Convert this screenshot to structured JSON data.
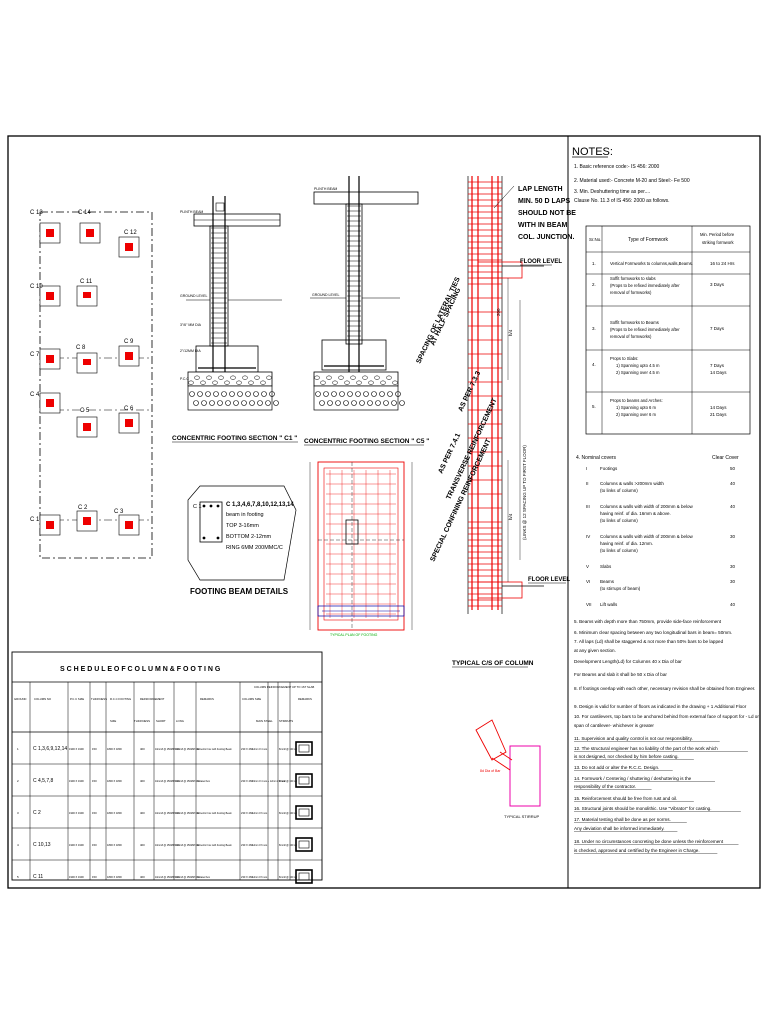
{
  "plan": {
    "columns": [
      "C 13",
      "C 14",
      "C 12",
      "C 11",
      "C 10",
      "C 7",
      "C 8",
      "C 9",
      "C 4",
      "C 5",
      "C 6",
      "C 1",
      "C 2",
      "C 3"
    ]
  },
  "section_c1": {
    "title": "CONCENTRIC FOOTING SECTION  \" C1 \"",
    "labels": [
      "PLINTH BEAM",
      "GROUND LEVEL",
      "3\"/6\" MM DIA",
      "2\"/12MM DIA",
      "P.C.C"
    ]
  },
  "section_c5": {
    "title": "CONCENTRIC FOOTING SECTION  \" C5 \"",
    "labels": [
      "PLINTH BEAM",
      "GROUND LEVEL"
    ]
  },
  "footing_beam": {
    "column": "C 1",
    "lines": [
      "C 1,3,4,6,7,8,10,12,13,14",
      "beam in footing",
      "TOP       3-16mm",
      "BOTTOM   2-12mm",
      "RING 6MM 200MMC/C"
    ],
    "title": "FOOTING BEAM DETAILS"
  },
  "footing_plan": {
    "caption": "TYPICAL PLAN OF FOOTING"
  },
  "column_detail": {
    "lap_note": [
      "LAP LENGTH",
      "MIN. 50 D LAPS",
      "SHOULD NOT BE",
      "WITH IN  BEAM",
      "COL.  JUNCTION."
    ],
    "floor_level_top": "FLOOR LEVEL",
    "floor_level_bottom": "FLOOR LEVEL",
    "vertical_notes": [
      "SPECIAL CONFINING REINFORCEMENT",
      "AS PER 7.4.1",
      "SPACING OF LATERAL TIES",
      "AT HALF SPACING",
      "TRANSVERSE REINFORCEMENT",
      "AS PER 7.3.3"
    ],
    "spacing_note": "(LINKS @ 12 SPACING UP TO FIRST FLOOR)",
    "dims": [
      "h/4",
      "h/4",
      "200"
    ],
    "title": "TYPICAL C/S OF COLUMN"
  },
  "stirrup": {
    "note": "8d  Dia of Bar",
    "caption": "TYPICAL STIRRUP"
  },
  "schedule": {
    "title": "S C H E D U L E   O F   C O L U M N   &   F O O T I N G",
    "headers": [
      "GROUND",
      "COLUMN NO",
      "P.C.C SIZE",
      "THICKNESS",
      "R.C.C FOOTING",
      "REINFORCEMENT",
      "REMARKS",
      "COLUMN SIZE",
      "COLUMN REINFORCEMENT UP TO 1ST SLAB",
      "REMARKS"
    ],
    "subheaders": [
      "SIZE",
      "THICKNESS",
      "SHORT",
      "LONG",
      "MAIN STEEL",
      "STIRRUPS"
    ],
    "rows": [
      {
        "n": "1",
        "col": "C 1,3,6,9,12,14",
        "pcc": "1900 X 1900",
        "th": "150",
        "size": "1800 X 1800",
        "t2": "400",
        "short": "10mm# @ 150MM C/C",
        "long": "10mm# @ 150MM C/C",
        "rem": "Eccentric box with Footing Beam",
        "csize": "230 X 460",
        "main": "12mm # 4 nos",
        "stir": "8mm# @ 100 c/c"
      },
      {
        "n": "2",
        "col": "C 4,5,7,8",
        "pcc": "1900 X 1900",
        "th": "150",
        "size": "1800 X 1800",
        "t2": "400",
        "short": "10mm# @ 150MM C/C",
        "long": "10mm# @ 150MM C/C",
        "rem": "Isolated box",
        "csize": "230 X 460",
        "main": "16mm # 4 nos + 12mm # 2 nos",
        "stir": "8mm# @ 100 c/c"
      },
      {
        "n": "3",
        "col": "C 2",
        "pcc": "1900 X 1900",
        "th": "150",
        "size": "1800 X 1800",
        "t2": "400",
        "short": "10mm# @ 150MM C/C",
        "long": "10mm# @ 150MM C/C",
        "rem": "Eccentric box with Footing Beam",
        "csize": "230 X 460",
        "main": "12mm # 6 nos",
        "stir": "8mm# @ 100 c/c"
      },
      {
        "n": "4",
        "col": "C 10,13",
        "pcc": "1900 X 1900",
        "th": "150",
        "size": "1800 X 1800",
        "t2": "400",
        "short": "10mm# @ 150MM C/C",
        "long": "10mm# @ 150MM C/C",
        "rem": "Eccentric box with Footing Beam",
        "csize": "230 X 460",
        "main": "12mm # 6 nos",
        "stir": "8mm# @ 100 c/c"
      },
      {
        "n": "5",
        "col": "C 11",
        "pcc": "1900 X 1900",
        "th": "150",
        "size": "1800 X 1800",
        "t2": "400",
        "short": "10mm# @ 150MM C/C",
        "long": "10mm# @ 150MM C/C",
        "rem": "Isolated box",
        "csize": "230 X 460",
        "main": "12mm # 6 nos",
        "stir": "8mm# @ 100 c/c"
      }
    ]
  },
  "notes": {
    "title": "NOTES:",
    "intro": [
      "1. Basic reference code:- IS  456: 2000",
      "2. Material used:- Concrete M-20 and Steel:- Fe 500",
      "3. Min. Deshuttering time as per....",
      "    Clause No. 11.3 of IS 456: 2000 as follows."
    ],
    "formwork_headers": [
      "Sr.No.",
      "Type of Formwork",
      "Min. Period before striking formwork"
    ],
    "formwork_rows": [
      {
        "no": "1.",
        "type": [
          "Vertical Formworks to columns,walls,Beams."
        ],
        "period": [
          "16 to 24 Hrs"
        ]
      },
      {
        "no": "2.",
        "type": [
          "Soffit formworks to slabs",
          "(Props to be refixed immediately after",
          "removal of formworks)"
        ],
        "period": [
          "3 Days"
        ]
      },
      {
        "no": "3.",
        "type": [
          "Soffit formworks to Beams",
          "(Props to be refixed immediately after",
          "removal of formworks)"
        ],
        "period": [
          "7 Days"
        ]
      },
      {
        "no": "4.",
        "type": [
          "Props to Slabs:",
          "1) Spanning upto 4.5 m",
          "2) Spanning over 4.5 m"
        ],
        "period": [
          "",
          "7 Days",
          "14 Days"
        ]
      },
      {
        "no": "5.",
        "type": [
          "Props to beams and Arches:",
          "1) Spanning upto 6 m",
          "2) Spanning over 6 m"
        ],
        "period": [
          "",
          "14 Days",
          "21 Days"
        ]
      }
    ],
    "cover_title": "4. Nominal covers",
    "cover_head": "Clear Cover",
    "covers": [
      {
        "n": "I",
        "t": [
          "Footings"
        ],
        "v": "50"
      },
      {
        "n": "II",
        "t": [
          "Columns & walls >200mm width",
          "(to links of column)"
        ],
        "v": "40"
      },
      {
        "n": "III",
        "t": [
          "Columns & walls with width of 200mm & below",
          "having reinf. of dia. 16mm & above.",
          "(to links of column)"
        ],
        "v": "40"
      },
      {
        "n": "IV",
        "t": [
          "Columns & walls with width of 200mm & below",
          "having reinf. of dia. 12mm.",
          "(to links of column)"
        ],
        "v": "30"
      },
      {
        "n": "V",
        "t": [
          "Slabs"
        ],
        "v": "30"
      },
      {
        "n": "VI",
        "t": [
          "Beams",
          "(to stirrups of beam)"
        ],
        "v": "30"
      },
      {
        "n": "VII",
        "t": [
          "Lift walls"
        ],
        "v": "40"
      }
    ],
    "more": [
      "5. Beams with depth more than 750mm, provide side-face reinforcement",
      "6. Minimum clear spacing between any two longitudinal bars in beam= 50mm.",
      "7. All laps (Ld) shall be staggered & not more than 50% bars to be lapped",
      "    at any given section.",
      "    Development Length(Ld) for     Columns 40 x Dia of bar",
      "    For     Beams and slab it shall be 50 x Dia of bar",
      "8. If footings overlap with each other, necessary revision shall be obtained from Engineer.",
      "9. Design is valid for number of floors as indicated in the drawing + 1 Additional Floor",
      "10. For cantilevers, top bars to be anchored behind from external face of support for - Ld or",
      "      span of cantilever- whichever is greater",
      "11. Supervision and quality control is not our responsibility.",
      "12. The structural engineer has no liability of the part of the work which",
      "is not designed, nor checked by him before casting.",
      "13. Do not add or alter the R.C.C. Design.",
      "14. Formwork / Centering / shuttering / deshuttering is  the",
      "responsibility of the contractor.",
      "15. Reinforcement should be free from rust and oil.",
      "16. Structural joints should be monolithic. Use \"Vibrator\" for casting.",
      "17. Material testing shall be done as per norms.",
      "Any deviation shall be informed immediately.",
      "18. Under no circumstances concreting be done unless the reinforcement",
      "is checked, approved and certified by the Engineer in Charge."
    ]
  }
}
